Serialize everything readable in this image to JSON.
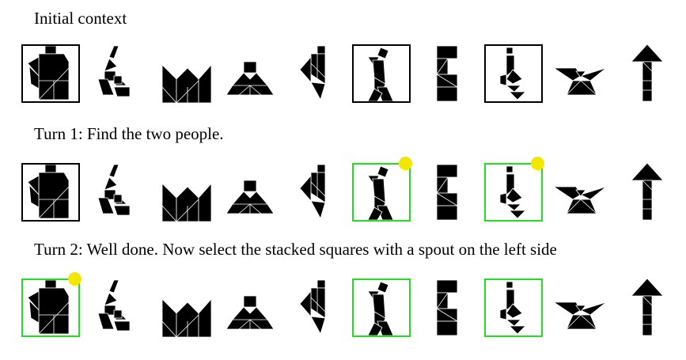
{
  "headings": [
    "Initial context",
    "Turn 1: Find the two people.",
    "Turn 2: Well done. Now select the stacked squares with a spout on the left side"
  ],
  "figures": [
    "teapot",
    "rabbit",
    "crown",
    "mountain",
    "bird",
    "person-1",
    "column",
    "person-2",
    "swallow",
    "arrow"
  ],
  "rows": [
    {
      "frames": {
        "teapot": "black",
        "person-1": "black",
        "person-2": "black"
      },
      "dots": []
    },
    {
      "frames": {
        "teapot": "black",
        "person-1": "green",
        "person-2": "green"
      },
      "dots": [
        "person-1",
        "person-2"
      ]
    },
    {
      "frames": {
        "teapot": "green",
        "person-1": "green",
        "person-2": "green"
      },
      "dots": [
        "teapot"
      ]
    }
  ],
  "colors": {
    "selected_frame": "#22dd22",
    "context_frame": "#000000",
    "marker": "#f5e600"
  }
}
